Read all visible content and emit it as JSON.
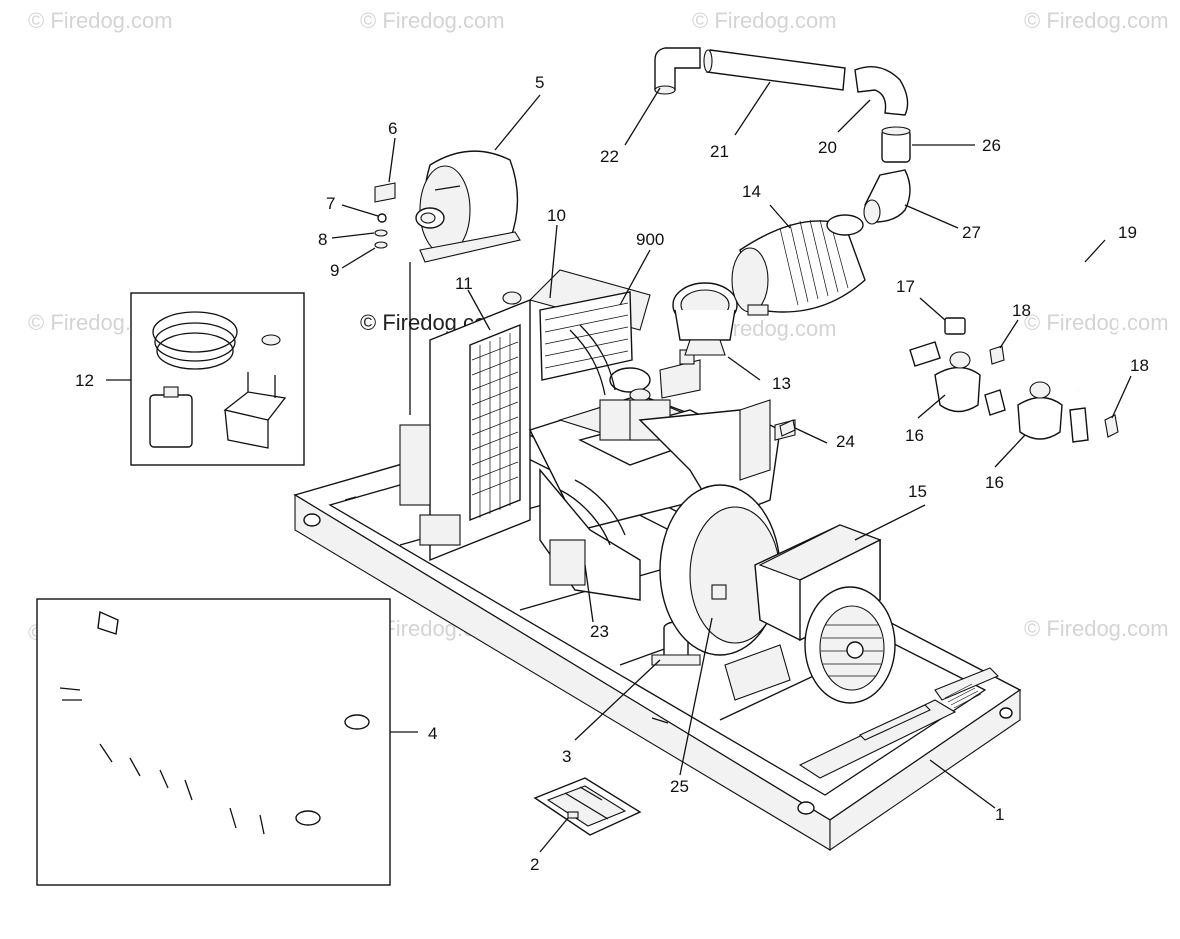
{
  "watermark": {
    "text": "© Firedog.com"
  },
  "callouts": {
    "c1": "1",
    "c2": "2",
    "c3": "3",
    "c4": "4",
    "c5": "5",
    "c6": "6",
    "c7": "7",
    "c8": "8",
    "c9": "9",
    "c10": "10",
    "c11": "11",
    "c12": "12",
    "c13": "13",
    "c14": "14",
    "c15": "15",
    "c16a": "16",
    "c16b": "16",
    "c17": "17",
    "c18a": "18",
    "c18b": "18",
    "c19": "19",
    "c20": "20",
    "c21": "21",
    "c22": "22",
    "c23": "23",
    "c24": "24",
    "c25": "25",
    "c26": "26",
    "c27": "27",
    "c900": "900"
  }
}
